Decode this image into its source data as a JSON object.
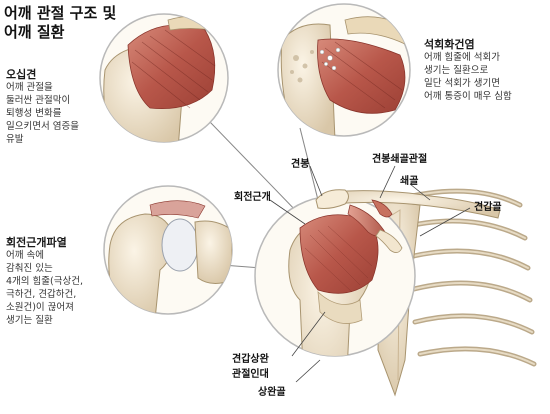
{
  "title_line1": "어깨 관절 구조 및",
  "title_line2": "어깨 질환",
  "sections": {
    "frozen_shoulder": {
      "title": "오십견",
      "lines": [
        "어깨 관절을",
        "둘러싼 관절막이",
        "퇴행성 변화를",
        "일으키면서 염증을",
        "유발"
      ]
    },
    "rotator_tear": {
      "title": "회전근개파열",
      "lines": [
        "어깨 속에",
        "감춰진 있는",
        "4개의 힘줄(극상건,",
        "극하건, 견갑하건,",
        "소원건)이 끊어져",
        "생기는 질환"
      ]
    },
    "calcific_tendinitis": {
      "title": "석회화건염",
      "lines": [
        "어깨 힘줄에 석회가",
        "생기는 질환으로",
        "일단 석회가 생기면",
        "어깨 통증이 매우 심함"
      ]
    }
  },
  "labels": {
    "acromion": "견봉",
    "ac_joint": "견봉쇄골관절",
    "clavicle": "쇄골",
    "rotator_cuff": "회전근개",
    "scapula": "견갑골",
    "gh_ligament_1": "견갑상완",
    "gh_ligament_2": "관절인대",
    "humerus": "상완골"
  }
}
